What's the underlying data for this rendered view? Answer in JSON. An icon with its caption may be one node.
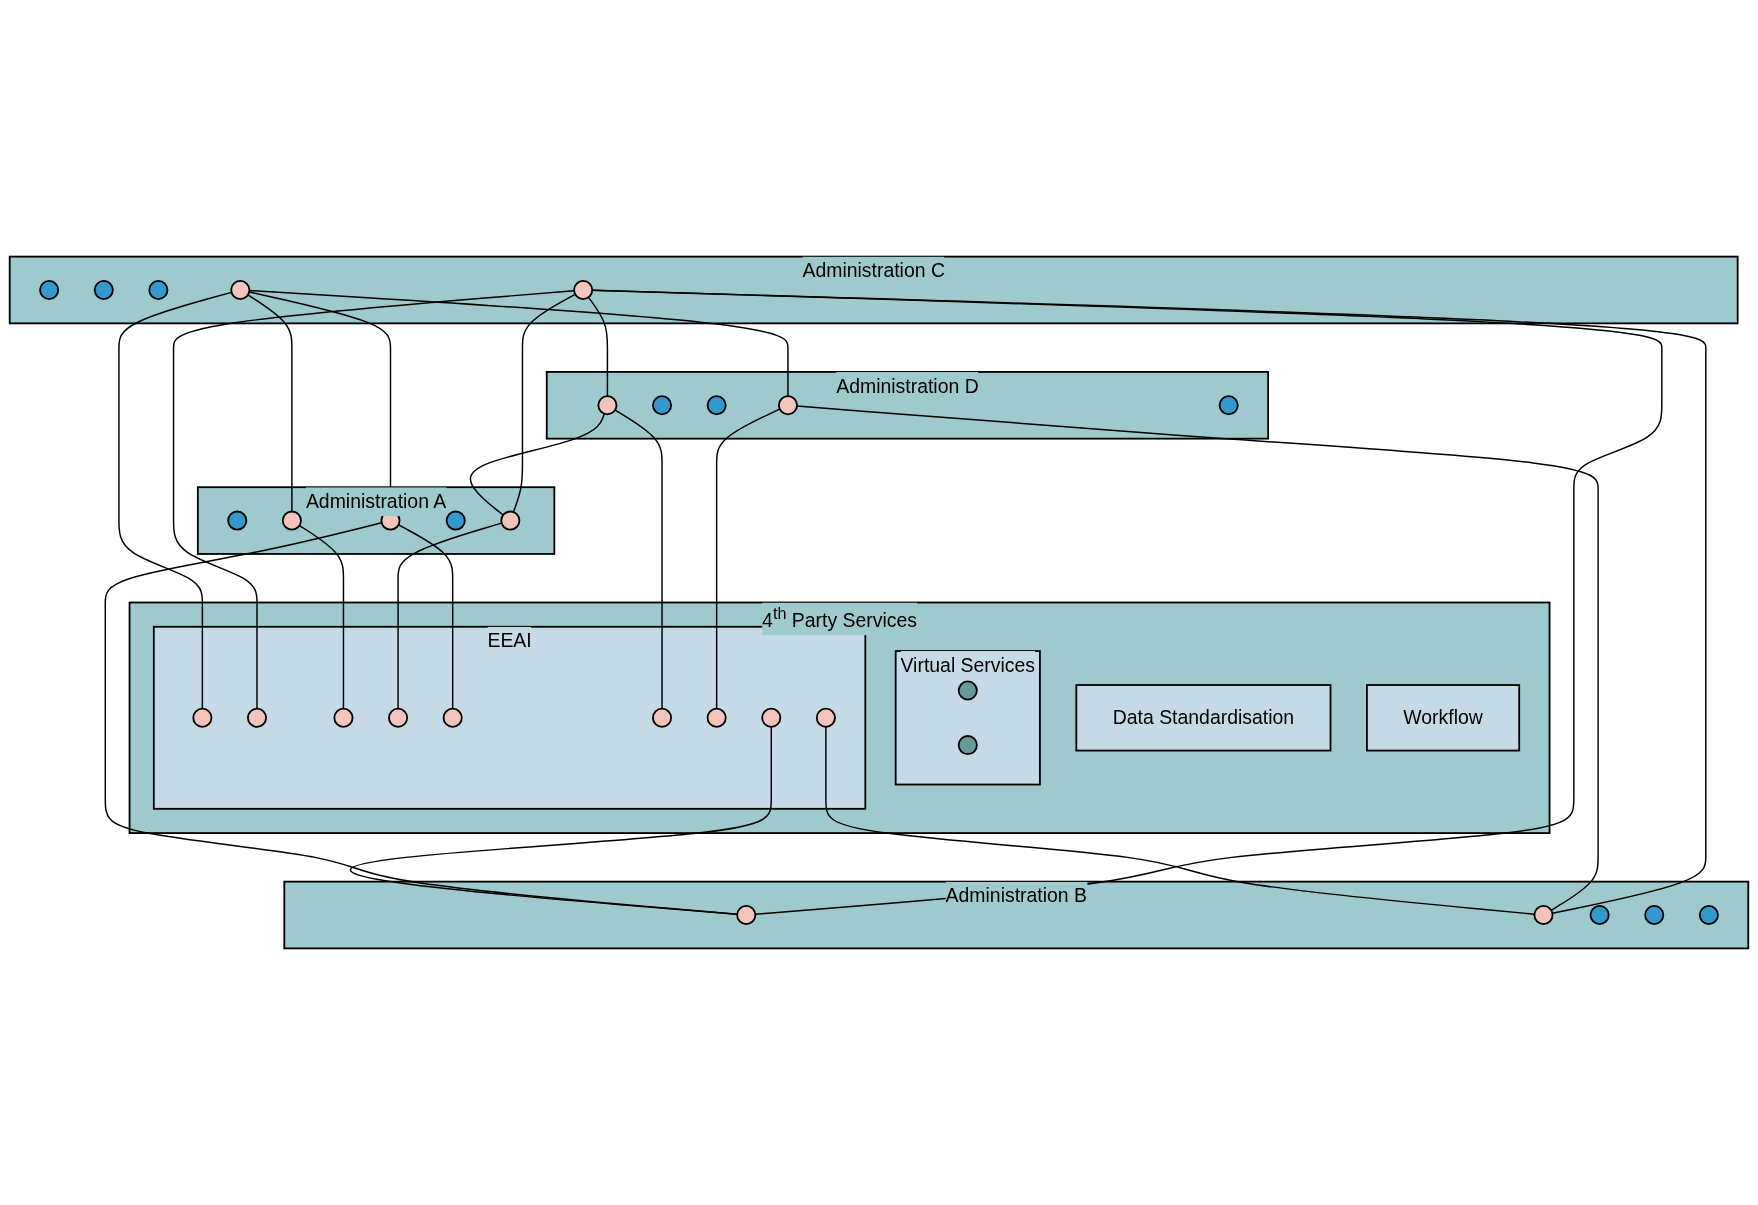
{
  "diagram": {
    "nodes": [
      {
        "text": [
          "Administration C"
        ]
      },
      {
        "text": [],
        "shape": "circle",
        "in": 0
      },
      {
        "text": [],
        "shape": "circle",
        "in": 0
      },
      {
        "text": [],
        "shape": "circle",
        "in": 0
      },
      {
        "text": [],
        "shape": "circle",
        "in": 0
      },
      {
        "text": [],
        "shape": "circle",
        "in": 0
      },
      {
        "text": [
          "Administration D"
        ]
      },
      {
        "text": [],
        "shape": "circle",
        "in": 6
      },
      {
        "text": [],
        "shape": "circle",
        "in": 6
      },
      {
        "text": [],
        "shape": "circle",
        "in": 6
      },
      {
        "text": [],
        "shape": "circle",
        "in": 6
      },
      {
        "text": [],
        "shape": "circle",
        "in": 6
      },
      {
        "text": [
          "4$^{th}$ Party Services"
        ]
      },
      {
        "text": [
          "Virtual Services"
        ],
        "in": 12
      },
      {
        "text": [],
        "shape": "circle",
        "in": 13
      },
      {
        "text": [],
        "shape": "circle",
        "in": 13
      },
      {
        "text": [
          "Data Standardisation"
        ],
        "in": 12
      },
      {
        "text": [
          "Workflow"
        ],
        "in": 12
      },
      {
        "text": [
          "EEAI"
        ],
        "in": 12
      },
      {
        "text": [],
        "shape": "circle",
        "in": 18
      },
      {
        "text": [],
        "shape": "circle",
        "in": 18
      },
      {
        "text": [],
        "shape": "circle",
        "in": 18
      },
      {
        "text": [],
        "shape": "circle",
        "in": 18
      },
      {
        "text": [],
        "shape": "circle",
        "in": 18
      },
      {
        "text": [],
        "shape": "circle",
        "in": 18
      },
      {
        "text": [],
        "shape": "circle",
        "in": 18
      },
      {
        "text": [],
        "shape": "circle",
        "in": 18
      },
      {
        "text": [],
        "shape": "circle",
        "in": 18
      },
      {
        "text": [
          "Administration A"
        ]
      },
      {
        "text": [],
        "shape": "circle",
        "in": 28
      },
      {
        "text": [],
        "shape": "circle",
        "in": 28
      },
      {
        "text": [],
        "shape": "circle",
        "in": 28
      },
      {
        "text": [],
        "shape": "circle",
        "in": 28
      },
      {
        "text": [],
        "shape": "circle",
        "in": 28
      },
      {
        "text": [
          "Administration B"
        ]
      },
      {
        "text": [],
        "shape": "circle",
        "in": 34
      },
      {
        "text": [],
        "shape": "circle",
        "in": 34
      },
      {
        "text": [],
        "shape": "circle",
        "in": 34
      },
      {
        "text": [],
        "shape": "circle",
        "in": 34
      },
      {
        "text": [],
        "shape": "circle",
        "in": 34
      }
    ],
    "edges": [
      {
        "from": 5,
        "to": 7,
        "arrow": "none"
      },
      {
        "from": 5,
        "to": 35,
        "arrow": "none"
      },
      {
        "from": 4,
        "to": 10,
        "arrow": "none"
      },
      {
        "from": 5,
        "to": 36,
        "arrow": "none"
      },
      {
        "from": 4,
        "to": 19,
        "arrow": "none"
      },
      {
        "from": 5,
        "to": 20,
        "arrow": "none"
      },
      {
        "from": 4,
        "to": 30,
        "arrow": "none"
      },
      {
        "from": 4,
        "to": 31,
        "arrow": "none"
      },
      {
        "from": 5,
        "to": 33,
        "arrow": "none"
      },
      {
        "from": 7,
        "to": 33,
        "arrow": "none"
      },
      {
        "from": 7,
        "to": 24,
        "arrow": "none"
      },
      {
        "from": 10,
        "to": 25,
        "arrow": "none"
      },
      {
        "from": 10,
        "to": 36,
        "arrow": "none"
      },
      {
        "from": 30,
        "to": 21,
        "arrow": "none"
      },
      {
        "from": 33,
        "to": 22,
        "arrow": "none"
      },
      {
        "from": 31,
        "to": 23,
        "arrow": "none"
      },
      {
        "from": 31,
        "to": 35,
        "arrow": "none"
      },
      {
        "from": 26,
        "to": 35,
        "arrow": "none"
      },
      {
        "from": 27,
        "to": 36,
        "arrow": "none"
      }
    ]
  }
}
